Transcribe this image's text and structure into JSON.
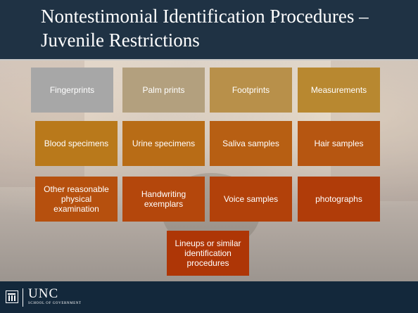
{
  "slide": {
    "title": "Nontestimonial Identification Procedures – Juvenile Restrictions"
  },
  "tiles": [
    {
      "label": "Fingerprints",
      "color": "#a7a7a7"
    },
    {
      "label": "Palm prints",
      "color": "#b3a07e"
    },
    {
      "label": "Footprints",
      "color": "#b8904a"
    },
    {
      "label": "Measurements",
      "color": "#b88830"
    },
    {
      "label": "Blood specimens",
      "color": "#b9791b"
    },
    {
      "label": "Urine specimens",
      "color": "#b86c16"
    },
    {
      "label": "Saliva samples",
      "color": "#b75f13"
    },
    {
      "label": "Hair samples",
      "color": "#b65611"
    },
    {
      "label": "Other reasonable physical examination",
      "color": "#b6500e"
    },
    {
      "label": "Handwriting exemplars",
      "color": "#b4470c"
    },
    {
      "label": "Voice samples",
      "color": "#b2410a"
    },
    {
      "label": "photographs",
      "color": "#b03c09"
    },
    {
      "label": "Lineups or similar identification procedures",
      "color": "#ae3606"
    }
  ],
  "footer": {
    "logo_text": "UNC",
    "logo_subtext": "SCHOOL OF GOVERNMENT"
  }
}
